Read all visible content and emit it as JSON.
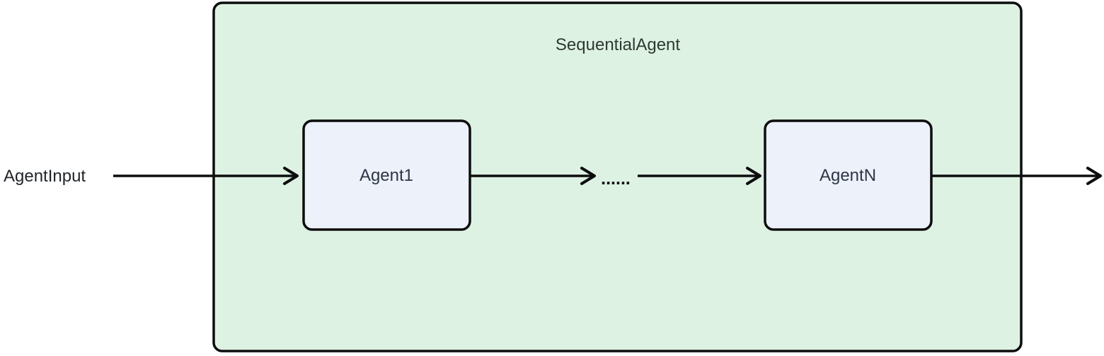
{
  "diagram": {
    "type": "flowchart",
    "direction": "left-to-right",
    "title": "SequentialAgent",
    "input_label": "AgentInput",
    "edge_label_ellipsis": "......",
    "nodes": [
      {
        "id": "Agent1",
        "label": "Agent1"
      },
      {
        "id": "AgentN",
        "label": "AgentN"
      }
    ],
    "edges": [
      {
        "from": "AgentInput",
        "to": "Agent1"
      },
      {
        "from": "Agent1",
        "to": "ellipsis"
      },
      {
        "from": "ellipsis",
        "to": "AgentN"
      },
      {
        "from": "AgentN",
        "to": "right-edge-output"
      }
    ],
    "colors": {
      "background": "#ffffff",
      "container_fill": "#def2e4",
      "container_stroke": "#0d0d0d",
      "node_fill": "#edf1fa",
      "node_stroke": "#0d0d0d",
      "edge_stroke": "#0d0d0d",
      "title_color": "#2d3a31",
      "node_label_color": "#2e3644",
      "input_label_color": "#22262a"
    }
  }
}
